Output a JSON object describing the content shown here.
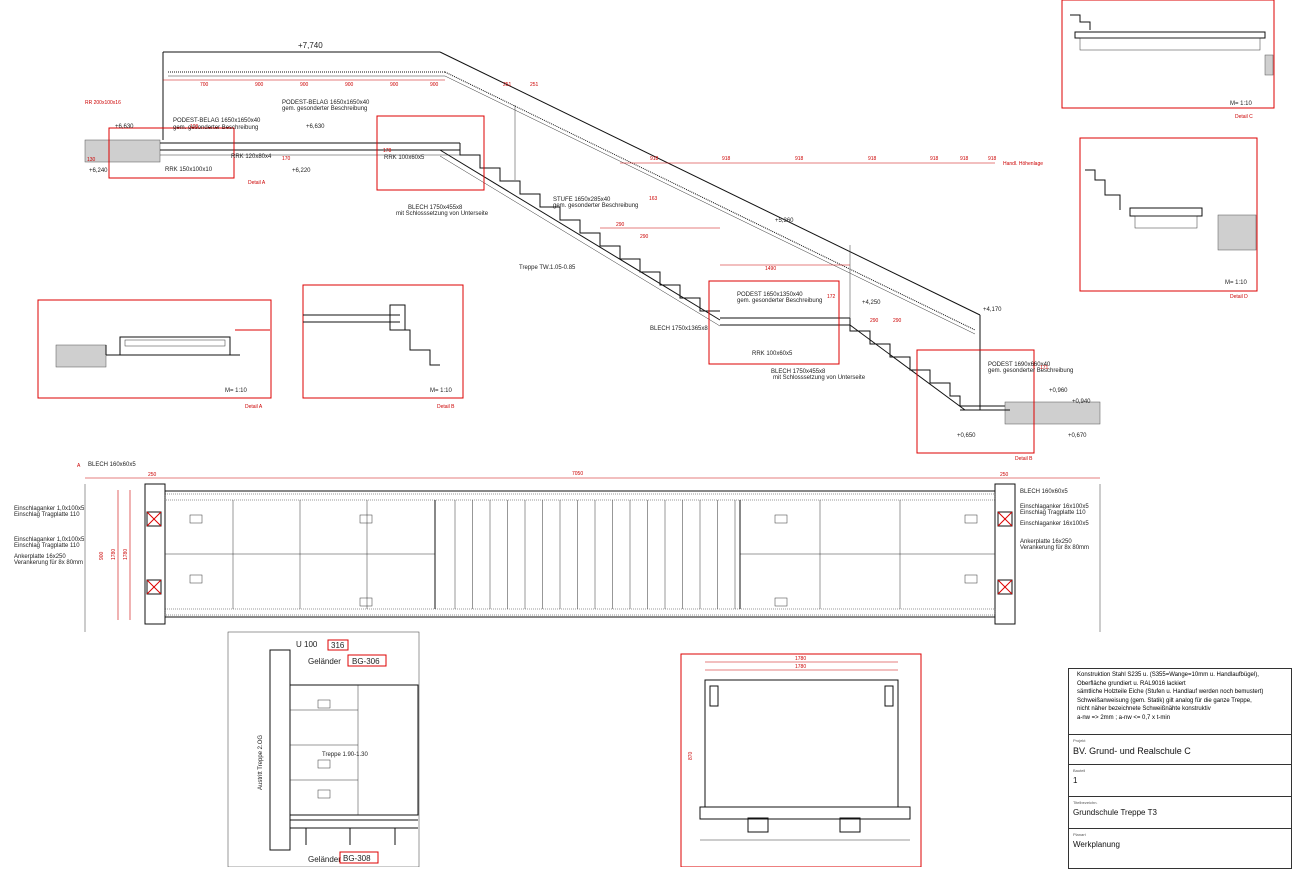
{
  "elevation": {
    "levels": [
      "+7,740",
      "+6,630",
      "+6,630",
      "+6,240",
      "+6,220",
      "+5,360",
      "+4,250",
      "+4,170",
      "+0,960",
      "+0,940",
      "+0,650",
      "+0,670"
    ],
    "dims_top": [
      "700",
      "900",
      "900",
      "900",
      "900",
      "900",
      "251",
      "251"
    ],
    "dims_mid": [
      "918",
      "918",
      "918",
      "918",
      "918",
      "918",
      "918"
    ],
    "labels": {
      "hp_ref": "Handl. Höhenlage",
      "podest1": "PODEST-BELAG 1650x1650x40",
      "podest1_sub": "gem. gesonderter Beschreibung",
      "podest0": "PODEST-BELAG 1650x1650x40",
      "podest0_sub": "gem. gesonderter Beschreibung",
      "rr1": "RR 200x100x16",
      "rr2": "RRK 120x80x4",
      "rr3": "RRK 100x60x5",
      "rr4": "RRK 150x100x10",
      "blech1": "BLECH 1750x455x8",
      "blech1_sub": "mit Schlosssetzung von Unterseite",
      "stufe": "STUFE 1650x285x40",
      "stufe_sub": "gem. gesonderter Beschreibung",
      "treppe": "Treppe TW.1.05-0.85",
      "podest2": "PODEST 1650x1350x40",
      "podest2_sub": "gem. gesonderter Beschreibung",
      "blech2": "BLECH 1750x1365x8",
      "rrk2": "RRK 100x60x5",
      "blech3": "BLECH 1750x455x8",
      "blech3_sub": "mit Schlosssetzung von Unterseite",
      "podest3": "PODEST 1690x660x40",
      "podest3_sub": "gem. gesonderter Beschreibung",
      "detail_a_mark": "Detail A",
      "detail_b_mark": "Detail B",
      "detail_c_mark": "Detail C",
      "detail_d_mark": "Detail D",
      "stufe_dims": [
        "290",
        "290",
        "290",
        "290"
      ],
      "dim_1490": "1490",
      "ref_163": "163",
      "ref_172": "172",
      "ref_171": "171",
      "ref_130": "130",
      "ref_129": "129",
      "ref_170": "170",
      "ref_178": "178"
    }
  },
  "details": {
    "A": {
      "title": "Detail A",
      "scale": "M= 1:10"
    },
    "B": {
      "title": "Detail B",
      "scale": "M= 1:10"
    },
    "C": {
      "title": "Detail C",
      "scale": "M= 1:10"
    },
    "D": {
      "title": "Detail D",
      "scale": "M= 1:10"
    }
  },
  "plan": {
    "total_dim": "7050",
    "left_dim": "250",
    "right_dim": "250",
    "side_dims": [
      "1780",
      "1780",
      "900"
    ],
    "ref_A": "A",
    "left_labels": [
      "Einschlaganker 1,0x100x5",
      "Einschlag Tragplatte 110",
      "Einschlaganker 1,0x100x5",
      "Einschlag Tragplatte 110",
      "Ankerplatte 16x250",
      "Verankerung für 8x 80mm"
    ],
    "right_labels": [
      "BLECH 160x60x5",
      "Einschlaganker 16x100x5",
      "Einschlag Tragplatte 110",
      "Einschlaganker 16x100x5",
      "Ankerplatte 16x250",
      "Verankerung für 8x 80mm"
    ],
    "top_label": "BLECH 160x60x5"
  },
  "bottom_left": {
    "u_label": "U 100",
    "ref1": "316",
    "gelaender1": "Geländer",
    "bg1": "BG-306",
    "bg2": "BG-308",
    "gelaender2": "Geländer",
    "treppe_label": "Treppe 1.90-1.30",
    "side_label": "Austritt Treppe 2.OG"
  },
  "bottom_mid": {
    "dims": [
      "1780",
      "1780"
    ],
    "height_dim": "870"
  },
  "titleblock": {
    "notes": [
      "Konstruktion Stahl S235 u. (S355=Wange=10mm u. Handlaufbügel),",
      "Oberfläche grundiert u. RAL9016 lackiert",
      "sämtliche Holzteile Eiche (Stufen u. Handlauf werden noch bemustert)",
      "Schweißanweisung (gem. Statik) gilt analog für die ganze Treppe,",
      "nicht näher bezeichnete Schweißnähte konstruktiv",
      "a-nw => 2mm ; a-nw <= 0,7 x t-min"
    ],
    "project_label": "Projekt",
    "project": "BV. Grund- und Realschule C",
    "part_label": "Bauteil",
    "part": "1",
    "title_label": "Titelbezeichn.",
    "title": "Grundschule Treppe T3",
    "phase_label": "Planart",
    "phase": "Werkplanung"
  },
  "colors": {
    "annotation": "#cc0000",
    "line": "#111111",
    "hatch": "#cfcfcf"
  }
}
